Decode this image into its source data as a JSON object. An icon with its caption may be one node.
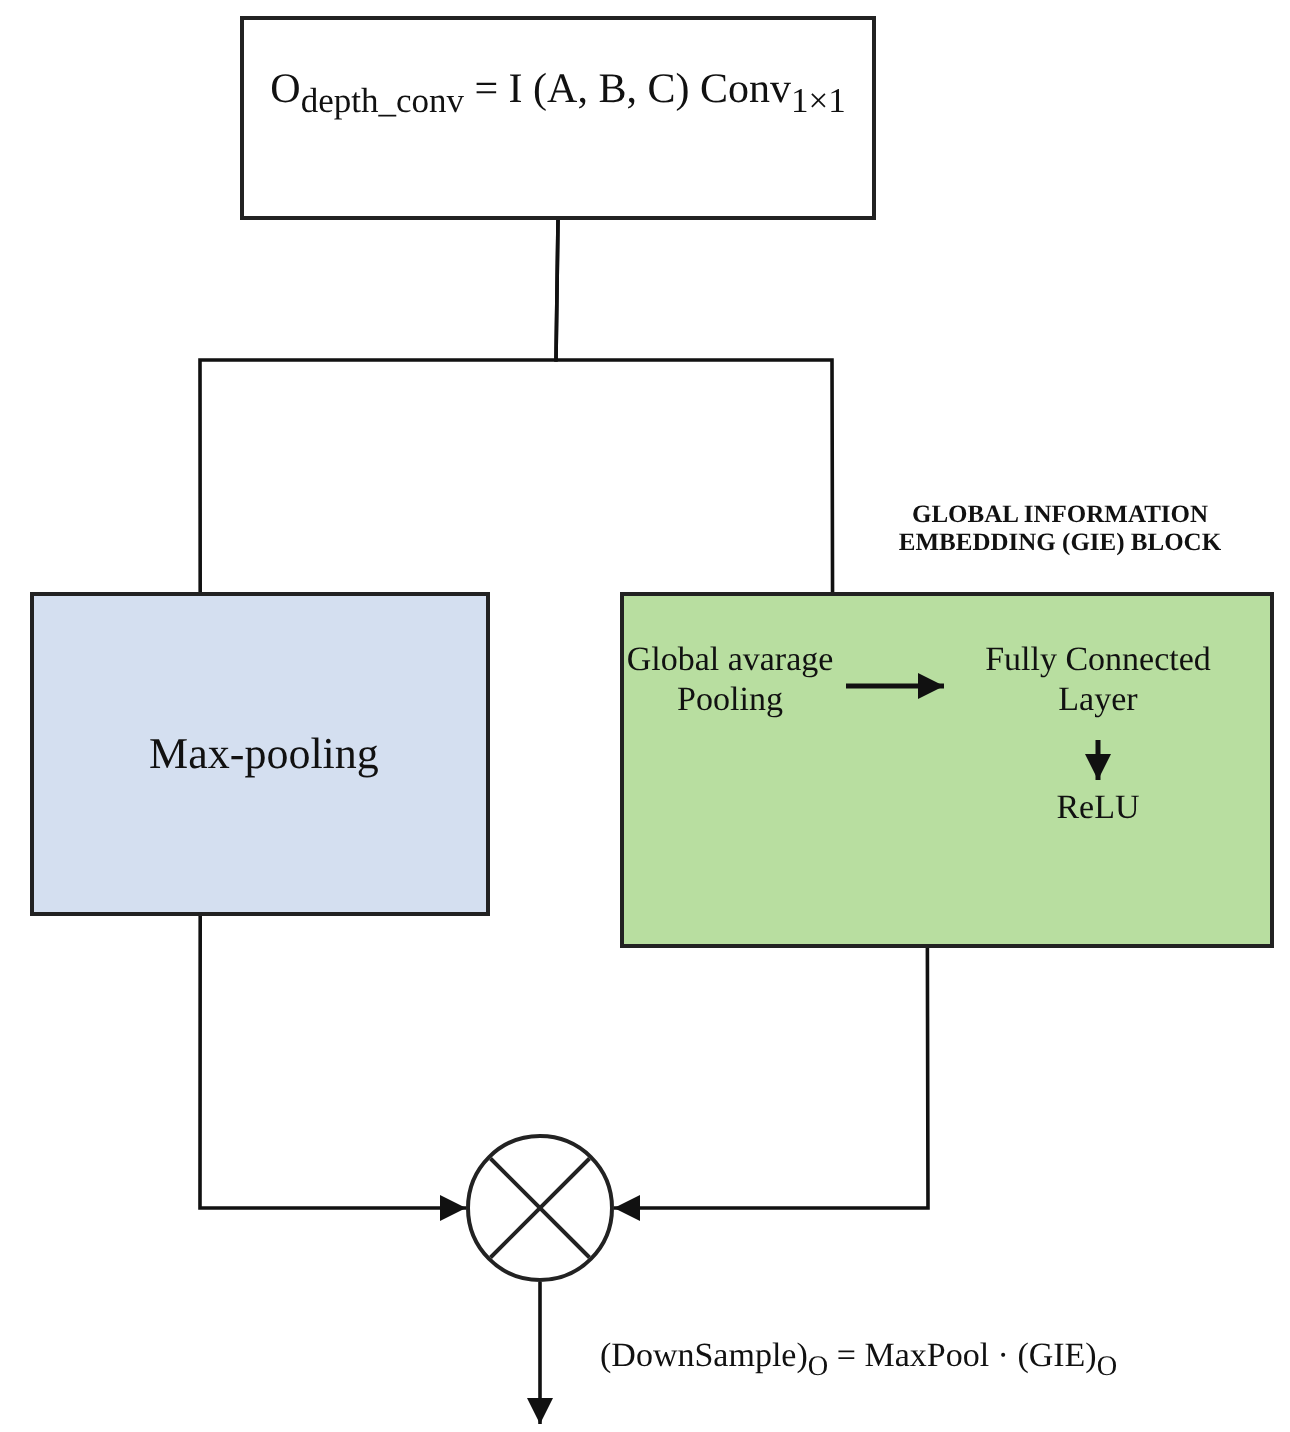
{
  "diagram": {
    "nodes": [
      {
        "text": [
          "O$_{depth_conv}$ = I (A, B, C) Conv$_{1×1}$"
        ]
      },
      {
        "text": [
          "Max-pooling"
        ]
      },
      {
        "text": [
          "GLOBAL INFORMATION EMBEDDING (GIE) BLOCK"
        ]
      },
      {
        "text": [
          "Global avarage Pooling"
        ],
        "in": 2
      },
      {
        "text": [
          "Fully Connected Layer"
        ],
        "in": 2
      },
      {
        "text": [
          "ReLU"
        ],
        "in": 2
      },
      {
        "text": [],
        "shape": "circle"
      }
    ],
    "edges": [
      {
        "from": 0,
        "to": 1,
        "arrow": "none"
      },
      {
        "from": 0,
        "to": 2,
        "arrow": "none"
      },
      {
        "from": 3,
        "to": 4,
        "arrow": "to"
      },
      {
        "from": 4,
        "to": 5,
        "arrow": "to"
      },
      {
        "from": 1,
        "to": 6,
        "arrow": "to"
      },
      {
        "from": 2,
        "to": 6,
        "arrow": "to"
      },
      {
        "from": 6,
        "to": null,
        "arrow": "to"
      }
    ],
    "labels": [
      "(DownSample)$_{O}$ = MaxPool · (GIE)$_{O}$"
    ]
  }
}
